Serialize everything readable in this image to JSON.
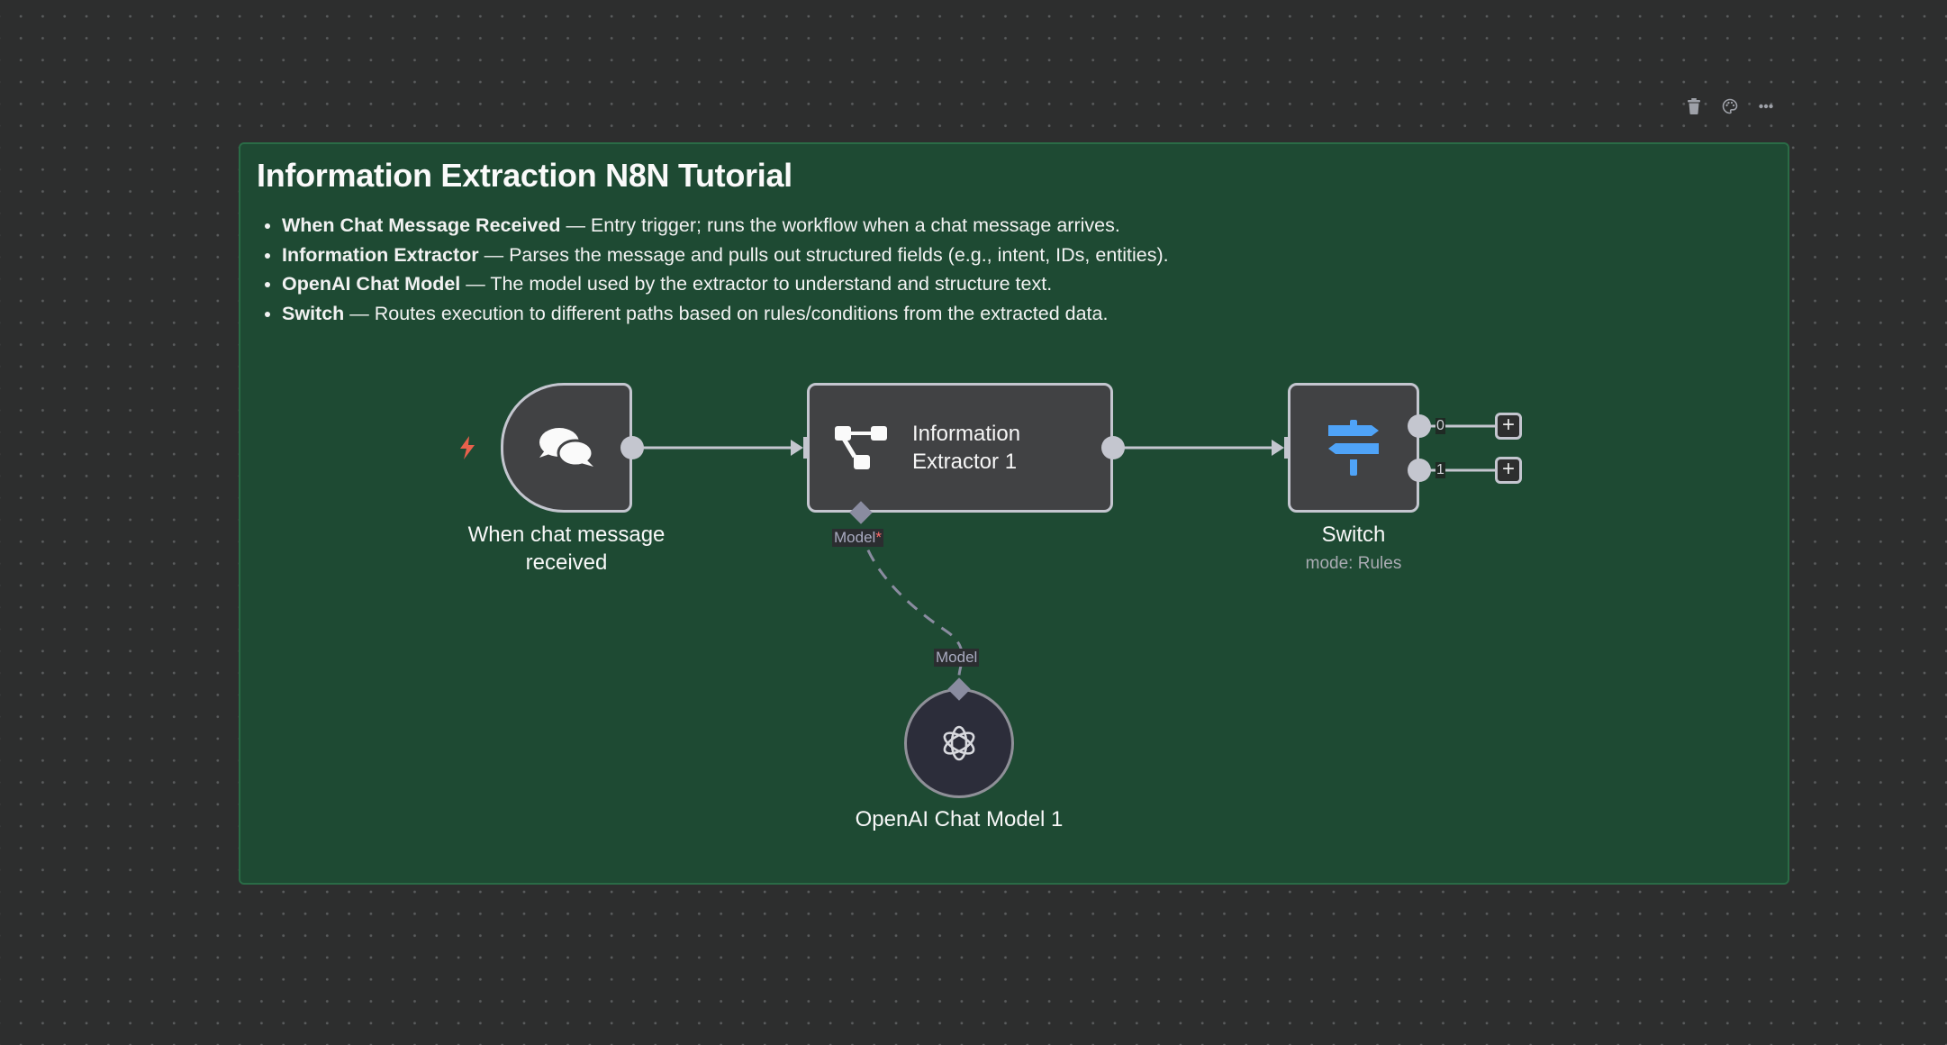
{
  "toolbar": {
    "icons": [
      "trash-icon",
      "palette-icon",
      "more-horizontal-icon"
    ]
  },
  "sticky_note": {
    "title": "Information Extraction N8N Tutorial",
    "items": [
      {
        "bold": "When Chat Message Received",
        "text": " — Entry trigger; runs the workflow when a chat message arrives."
      },
      {
        "bold": "Information Extractor",
        "text": " — Parses the message and pulls out structured fields (e.g., intent, IDs, entities)."
      },
      {
        "bold": "OpenAI Chat Model",
        "text": " — The model used by the extractor to understand and structure text."
      },
      {
        "bold": "Switch",
        "text": " — Routes execution to different paths based on rules/conditions from the extracted data."
      }
    ],
    "color": "#1e4a33"
  },
  "nodes": {
    "trigger": {
      "label_line1": "When chat message",
      "label_line2": "received",
      "icon": "chat-bubbles-icon",
      "badge_icon": "lightning-bolt-icon",
      "badge_color": "#e8604c"
    },
    "extractor": {
      "label_line1": "Information",
      "label_line2": "Extractor 1",
      "icon": "tree-structure-icon",
      "port_label": "Model",
      "port_required": "*"
    },
    "switch": {
      "label": "Switch",
      "subtitle": "mode: Rules",
      "icon": "signpost-icon",
      "icon_color": "#4fa3f7",
      "outputs": [
        "0",
        "1"
      ],
      "add_label": "+"
    },
    "model": {
      "label": "OpenAI Chat Model 1",
      "icon": "openai-icon",
      "port_label": "Model"
    }
  }
}
